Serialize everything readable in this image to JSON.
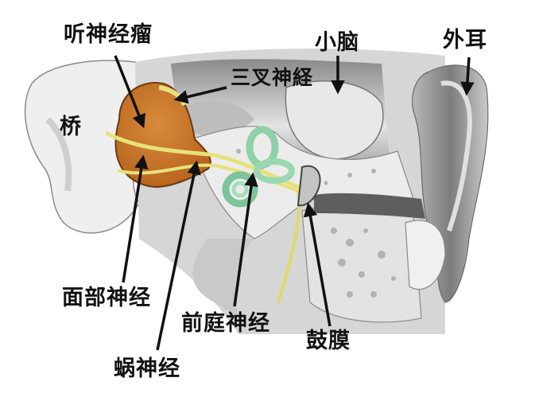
{
  "diagram": {
    "type": "anatomical-illustration",
    "subject": "ear-and-acoustic-neuroma-cross-section",
    "colors": {
      "tumor": "#c9782e",
      "tumor_outline": "#6b3a12",
      "nerve": "#e6e27a",
      "inner_ear": "#8fd1a8",
      "bone": "#e9e9e9",
      "shadow": "#9a9a9a",
      "dark_tissue": "#5e5e5e",
      "arrow": "#111111"
    },
    "labels": {
      "acoustic_neuroma": "听神经瘤",
      "pons": "桥",
      "trigeminal_nerve": "三叉神経",
      "cerebellum": "小脑",
      "outer_ear": "外耳",
      "facial_nerve": "面部神经",
      "cochlear_nerve": "蜗神经",
      "vestibular_nerve": "前庭神经",
      "eardrum": "鼓膜"
    }
  }
}
